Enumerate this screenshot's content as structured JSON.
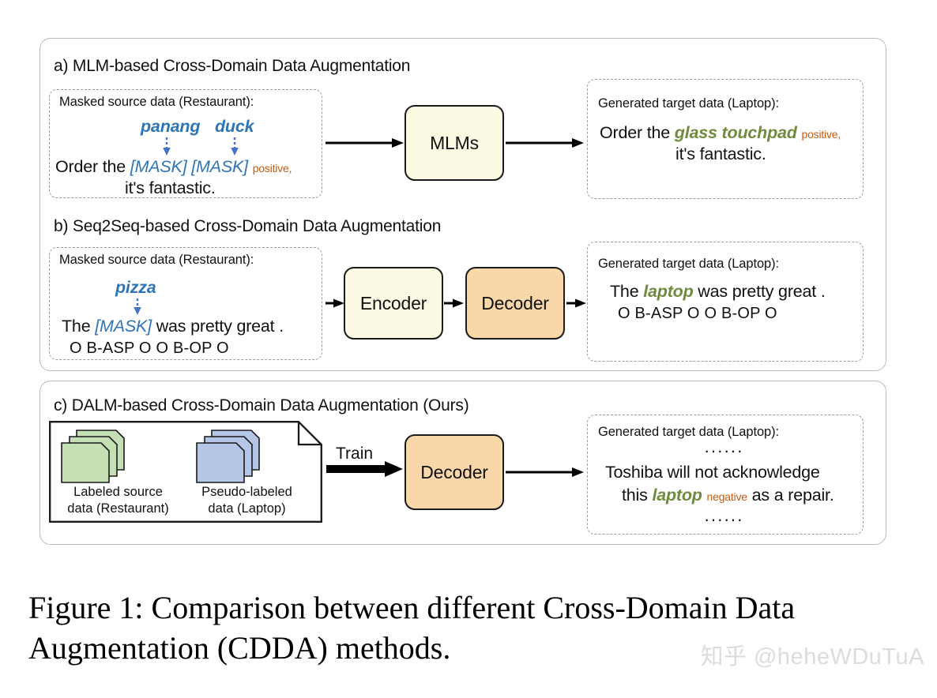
{
  "figure": {
    "caption": "Figure 1: Comparison between different Cross-Domain Data Augmentation (CDDA) methods.",
    "watermark": "知乎 @heheWDuTuA"
  },
  "colors": {
    "mask_blue": "#2e75b6",
    "generated_green": "#6e8b3d",
    "polarity_orange": "#c55a11",
    "box_cream": "#fdfae3",
    "box_peach": "#fad7a8",
    "doc_green": "#c5e0b4",
    "doc_blue": "#b4c7e7",
    "panel_border": "#b9bcbe",
    "dashed_border": "#9c9c9c"
  },
  "sections": {
    "a": {
      "title": "a) MLM-based Cross-Domain Data Augmentation",
      "source_card": {
        "heading": "Masked source data (Restaurant):",
        "replacement_words": [
          "panang",
          "duck"
        ],
        "line1_prefix": "Order the ",
        "masks": [
          "[MASK]",
          "[MASK]"
        ],
        "polarity": "positive",
        "line1_suffix": ",",
        "line2": "it's fantastic."
      },
      "model_box": "MLMs",
      "target_card": {
        "heading": "Generated target data (Laptop):",
        "line1_prefix": "Order the ",
        "generated": "glass touchpad",
        "polarity": "positive",
        "line1_suffix": ",",
        "line2": "it's fantastic."
      }
    },
    "b": {
      "title": "b) Seq2Seq-based Cross-Domain Data Augmentation",
      "source_card": {
        "heading": "Masked source data (Restaurant):",
        "replacement_words": [
          "pizza"
        ],
        "line1_prefix": "The ",
        "mask": "[MASK]",
        "line1_suffix": " was pretty great .",
        "tags": "O   B-ASP    O     O    B-OP O"
      },
      "model_boxes": [
        "Encoder",
        "Decoder"
      ],
      "target_card": {
        "heading": "Generated target data (Laptop):",
        "line1_prefix": "The ",
        "generated": "laptop",
        "line1_suffix": " was pretty great .",
        "tags": "O   B-ASP    O     O    B-OP O"
      }
    },
    "c": {
      "title": "c) DALM-based Cross-Domain Data Augmentation (Ours)",
      "documents": [
        {
          "label_line1": "Labeled source",
          "label_line2": "data (Restaurant)",
          "color": "green"
        },
        {
          "label_line1": "Pseudo-labeled",
          "label_line2": "data (Laptop)",
          "color": "blue"
        }
      ],
      "train_label": "Train",
      "model_box": "Decoder",
      "target_card": {
        "heading": "Generated target data (Laptop):",
        "ellipsis_top": "······",
        "line1": "Toshiba will not acknowledge",
        "line2_prefix": "this ",
        "generated": "laptop",
        "polarity": "negative",
        "line2_suffix": " as a repair.",
        "ellipsis_bottom": "······"
      }
    }
  }
}
